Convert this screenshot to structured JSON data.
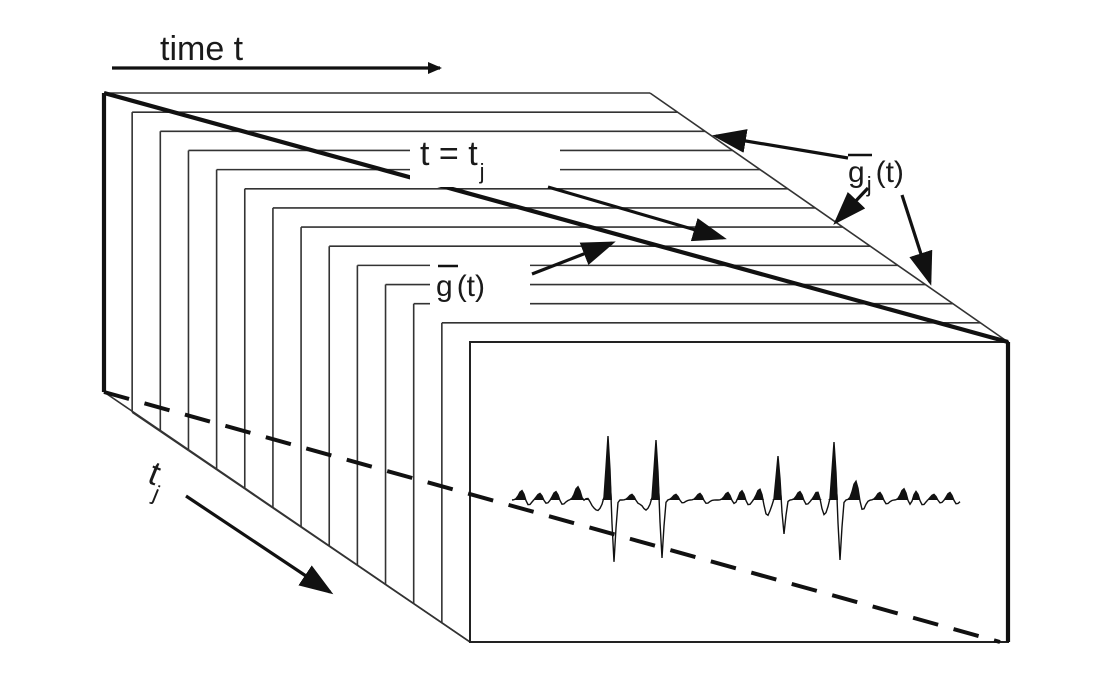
{
  "labels": {
    "time_axis": "time   t",
    "t_equals": "t  =  t",
    "t_equals_sub": "j",
    "g_bar_j": "g",
    "g_bar_j_sub": "j",
    "g_bar_j_arg": "(t)",
    "g_bar": "g",
    "g_bar_arg": "(t)",
    "t_j": "t",
    "t_j_sub": "j"
  },
  "colors": {
    "ink": "#111111",
    "paper": "#ffffff"
  }
}
